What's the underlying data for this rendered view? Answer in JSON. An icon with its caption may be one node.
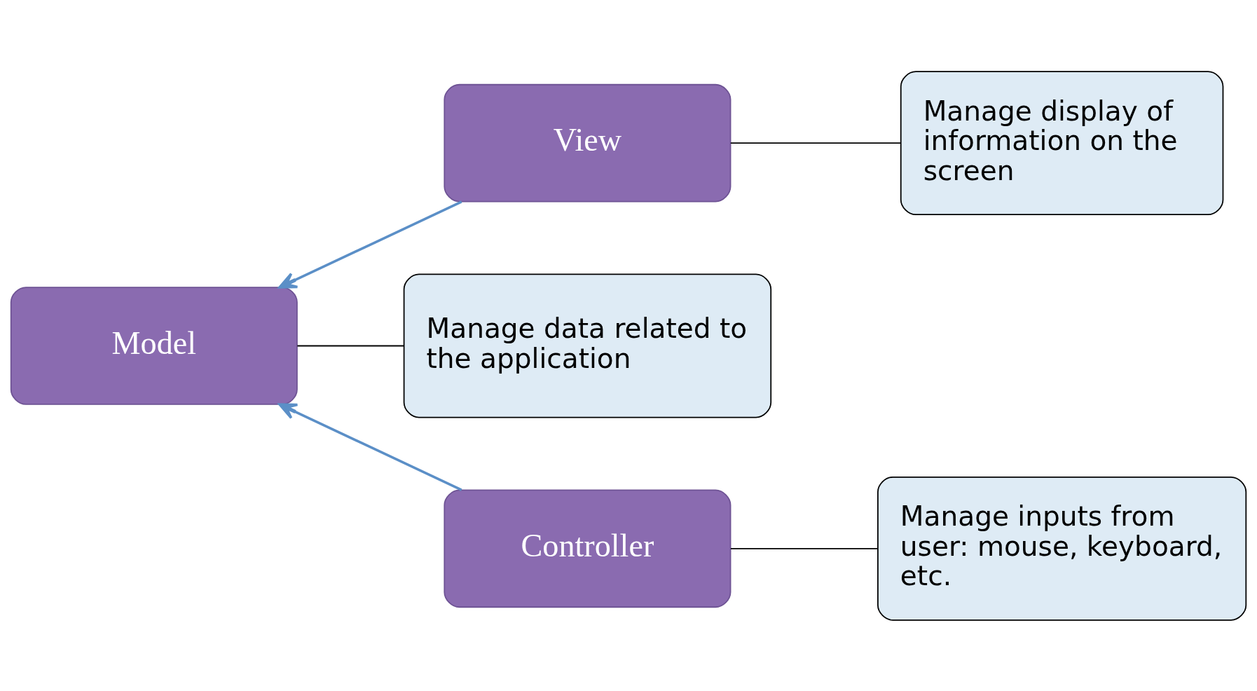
{
  "diagram": {
    "nodes": [
      {
        "text": [
          "Controller"
        ]
      },
      {
        "text": [
          "Model"
        ]
      },
      {
        "text": [
          "View"
        ]
      },
      {
        "text": [
          "Manage inputs from user: mouse, keyboard, etc."
        ]
      },
      {
        "text": [
          "Manage display of information on the screen"
        ]
      },
      {
        "text": [
          "Manage data related to the application"
        ]
      }
    ],
    "edges": [
      {
        "from": 0,
        "to": 1,
        "arrow": "to",
        "color": "#5b8fc7"
      },
      {
        "from": 2,
        "to": 1,
        "arrow": "to",
        "color": "#5b8fc7"
      },
      {
        "from": 3,
        "to": 0,
        "arrow": "none"
      },
      {
        "from": 4,
        "to": 2,
        "arrow": "none"
      },
      {
        "from": 5,
        "to": 1,
        "arrow": "none"
      }
    ]
  }
}
